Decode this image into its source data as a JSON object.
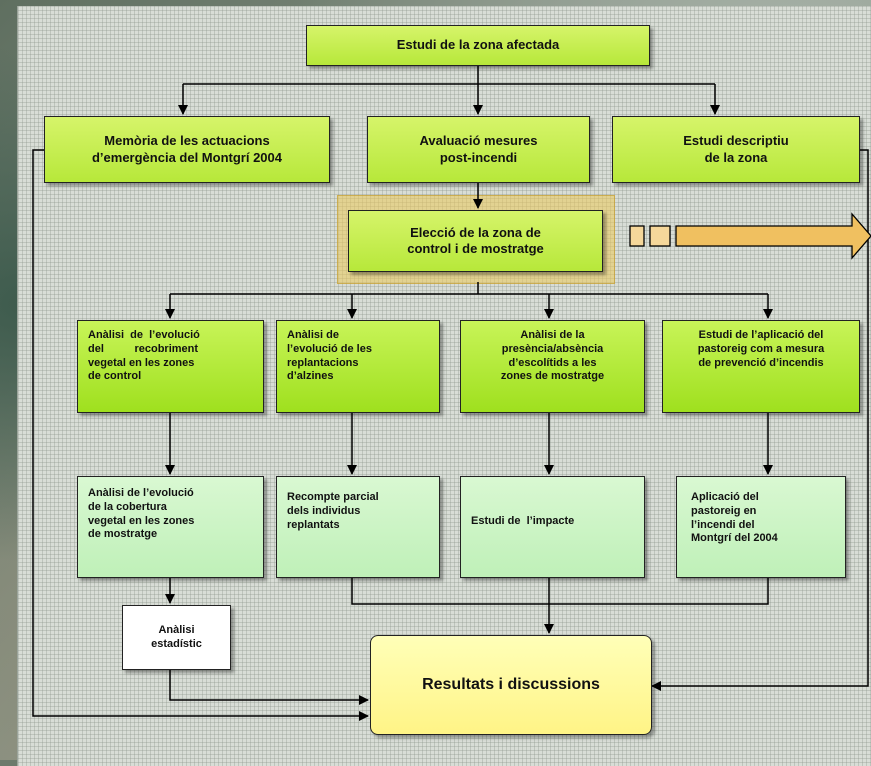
{
  "diagram": {
    "top": "Estudi de la zona afectada",
    "row1": {
      "memoria": [
        "Memòria de les actuacions",
        "d’emergència del  Montgrí 2004"
      ],
      "avaluacio": [
        "Avaluació mesures",
        "post-incendi"
      ],
      "estudi": [
        "Estudi descriptiu",
        "de la zona"
      ]
    },
    "eleccio": [
      "Elecció de la zona de",
      "control i de mostratge"
    ],
    "row2": {
      "a": [
        "Anàlisi  de  l’evolució",
        "del          recobriment",
        "vegetal en les zones",
        "de control"
      ],
      "b": [
        "Anàlisi de",
        "l’evolució de les",
        "replantacions",
        "d’alzines"
      ],
      "c": [
        "Anàlisi de la",
        "presència/absència",
        "d’escolítids a les",
        "zones de mostratge"
      ],
      "d": [
        "Estudi de l’aplicació del",
        "pastoreig com a mesura",
        "de prevenció d’incendis"
      ]
    },
    "row3": {
      "a": [
        "Anàlisi de l’evolució",
        "de la cobertura",
        "vegetal en les zones",
        "de mostratge"
      ],
      "b": [
        "Recompte parcial",
        "dels individus",
        "replantats"
      ],
      "c": [
        "Estudi de  l’impacte"
      ],
      "d": [
        "Aplicació del",
        "pastoreig en",
        "l’incendi del",
        "Montgrí del 2004"
      ]
    },
    "estadistic": [
      "Anàlisi",
      "estadístic"
    ],
    "resultats": "Resultats i discussions"
  },
  "colors": {
    "top_box": "#c8f458",
    "level_box": "#b7e83a",
    "result_box": "#bff0b8",
    "final_box": "#fff486",
    "halo": "#ebc85a",
    "big_arrow": "#f0c060"
  }
}
